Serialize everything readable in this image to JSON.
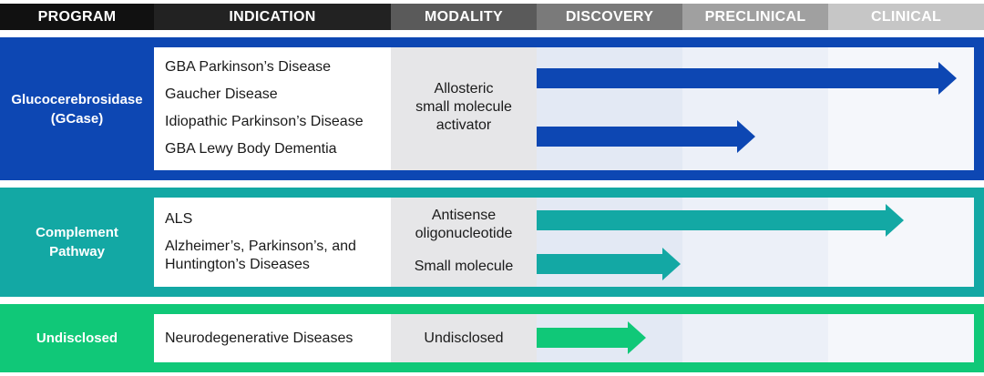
{
  "header": {
    "program": "PROGRAM",
    "indication": "INDICATION",
    "modality": "MODALITY",
    "discovery": "DISCOVERY",
    "preclinical": "PRECLINICAL",
    "clinical": "CLINICAL"
  },
  "programs": [
    {
      "name_line1": "Glucocerebrosidase",
      "name_line2": "(GCase)",
      "color": "#0d47b3",
      "indications": [
        "GBA Parkinson’s Disease",
        "Gaucher Disease",
        "Idiopathic Parkinson’s Disease",
        "GBA Lewy Body Dementia"
      ],
      "modalities": [
        {
          "line1": "Allosteric",
          "line2": "small molecule",
          "line3": "activator"
        }
      ],
      "progress": [
        {
          "stage_fraction": 0.96
        },
        {
          "stage_fraction": 0.5
        }
      ]
    },
    {
      "name_line1": "Complement",
      "name_line2": "Pathway",
      "color": "#13a8a4",
      "indications": [
        "ALS",
        "Alzheimer’s, Parkinson’s, and",
        "Huntington’s Diseases"
      ],
      "modalities": [
        {
          "line1": "Antisense",
          "line2": "oligonucleotide"
        },
        {
          "line1": "Small molecule"
        }
      ],
      "progress": [
        {
          "stage_fraction": 0.84
        },
        {
          "stage_fraction": 0.33
        }
      ]
    },
    {
      "name_line1": "Undisclosed",
      "color": "#10c878",
      "indications": [
        "Neurodegenerative Diseases"
      ],
      "modalities": [
        {
          "line1": "Undisclosed"
        }
      ],
      "progress": [
        {
          "stage_fraction": 0.25
        }
      ]
    }
  ]
}
